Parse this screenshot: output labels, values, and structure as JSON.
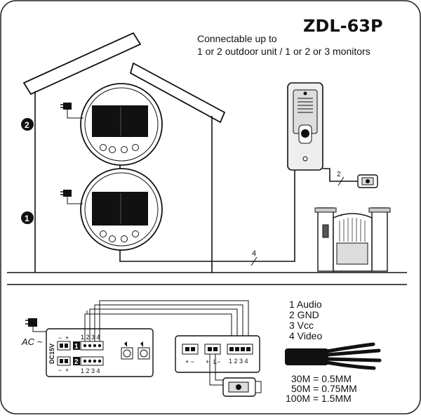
{
  "header": {
    "model": "ZDL-63P",
    "line1": "Connectable up to",
    "line2": "1 or 2 outdoor unit / 1 or 2 or 3 monitors"
  },
  "floors": {
    "upper": "2",
    "lower": "1"
  },
  "cables": {
    "house": "4",
    "lock": "2"
  },
  "panel": {
    "ac": "AC ~",
    "dc": "DC15V",
    "minus": "−",
    "plus": "+",
    "port1": "1",
    "port2": "2",
    "nums": "1 2 3 4",
    "pm": "+ −",
    "l_plus": "+",
    "l_minus": "L−"
  },
  "legend": {
    "items": [
      "1  Audio",
      "2  GND",
      "3  Vcc",
      "4  Video"
    ],
    "specs": [
      "30M  =  0.5MM",
      "50M  =  0.75MM",
      "100M  =  1.5MM"
    ]
  }
}
